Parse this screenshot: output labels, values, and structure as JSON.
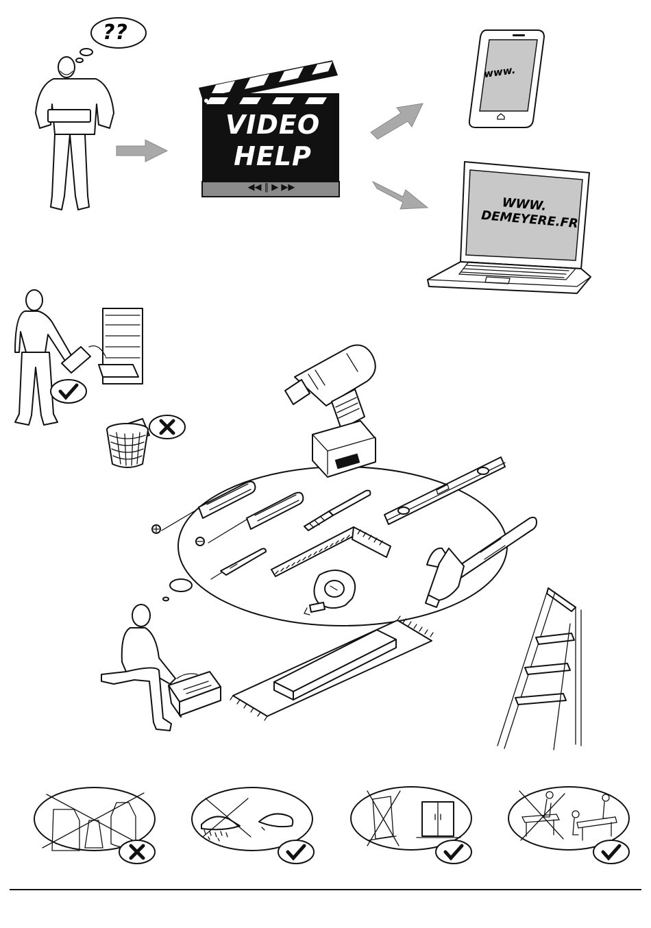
{
  "thought_bubble": {
    "text": "??"
  },
  "clapperboard": {
    "line1": "VIDEO",
    "line2": "HELP",
    "controls": "◀◀ ‖ ▶ ▶▶"
  },
  "phone": {
    "screen_text": "www."
  },
  "laptop": {
    "line1": "WWW.",
    "line2": "DEMEYERE.FR"
  },
  "colors": {
    "arrow": "#a9a9a9",
    "screen": "#c8c8c8",
    "board": "#111111",
    "control_bar": "#8a8a8a"
  },
  "marks": {
    "check": "✓",
    "cross": "✗"
  },
  "instructions": [
    {
      "icon": "no-chemical-cleaners-icon",
      "mark": "cross"
    },
    {
      "icon": "dry-cloth-only-icon",
      "mark": "check"
    },
    {
      "icon": "level-floor-icon",
      "mark": "check"
    },
    {
      "icon": "two-person-assembly-icon",
      "mark": "check"
    }
  ]
}
